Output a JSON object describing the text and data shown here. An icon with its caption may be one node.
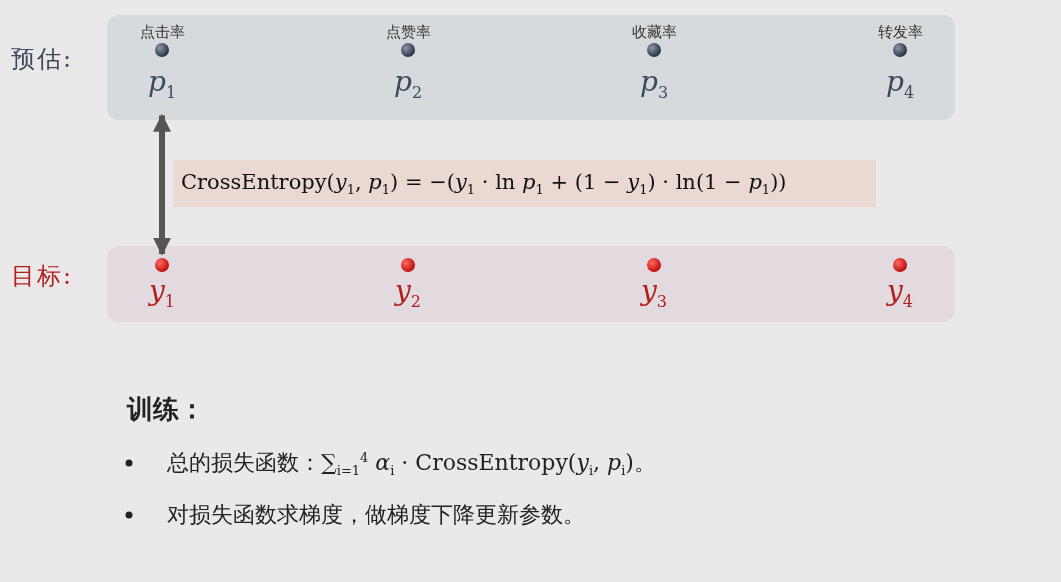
{
  "diagram": {
    "nodes": [
      {
        "text": [
          "预估:"
        ]
      },
      {
        "text": [
          "点击率",
          "*p*$_{1}$"
        ],
        "in": 0
      },
      {
        "text": [
          "点赞率",
          "*p*$_{2}$"
        ],
        "in": 0
      },
      {
        "text": [
          "收藏率",
          "*p*$_{3}$"
        ],
        "in": 0
      },
      {
        "text": [
          "转发率",
          "*p*$_{4}$"
        ],
        "in": 0
      },
      {
        "text": [
          "CrossEntropy(*y*$_{1}$, *p*$_{1}$)  =  −(*y*$_{1}$ · ln *p*$_{1}$ + (1 − *y*$_{1}$) · ln(1 − *p*$_{1}$))"
        ]
      },
      {
        "text": [
          "目标:"
        ]
      },
      {
        "text": [
          "*y*$_{1}$"
        ],
        "in": 6
      },
      {
        "text": [
          "*y*$_{2}$"
        ],
        "in": 6
      },
      {
        "text": [
          "*y*$_{3}$"
        ],
        "in": 6
      },
      {
        "text": [
          "*y*$_{4}$"
        ],
        "in": 6
      }
    ],
    "edges": [
      {
        "from": 1,
        "to": 7,
        "arrow": "both"
      }
    ],
    "labels": [
      "训练：",
      "总的损失函数：∑$_{i=1}$$^{4}$ *α*$_{i}$ · CrossEntropy(*y*$_{i}$, *p*$_{i}$)。",
      "对损失函数求梯度，做梯度下降更新参数。"
    ]
  }
}
